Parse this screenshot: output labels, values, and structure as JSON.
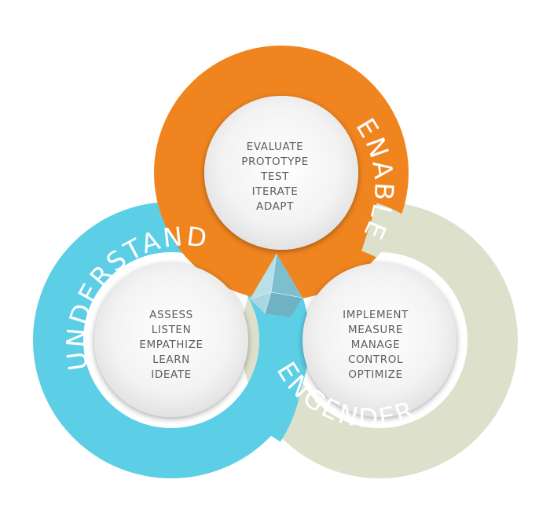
{
  "colors": {
    "enable": "#f0851f",
    "understand": "#5ccfe6",
    "engender": "#dde1cc",
    "ring_text": "#ffffff",
    "item_text": "#5e5e5e",
    "inner_circle": "#f4f4f4",
    "prism": "#8fc9d8"
  },
  "rings": {
    "enable": {
      "label": "ENABLE",
      "items": [
        "EVALUATE",
        "PROTOTYPE",
        "TEST",
        "ITERATE",
        "ADAPT"
      ]
    },
    "understand": {
      "label": "UNDERSTAND",
      "items": [
        "ASSESS",
        "LISTEN",
        "EMPATHIZE",
        "LEARN",
        "IDEATE"
      ]
    },
    "engender": {
      "label": "ENGENDER",
      "items": [
        "IMPLEMENT",
        "MEASURE",
        "MANAGE",
        "CONTROL",
        "OPTIMIZE"
      ]
    }
  },
  "center_icon": "crystal-prism-icon"
}
